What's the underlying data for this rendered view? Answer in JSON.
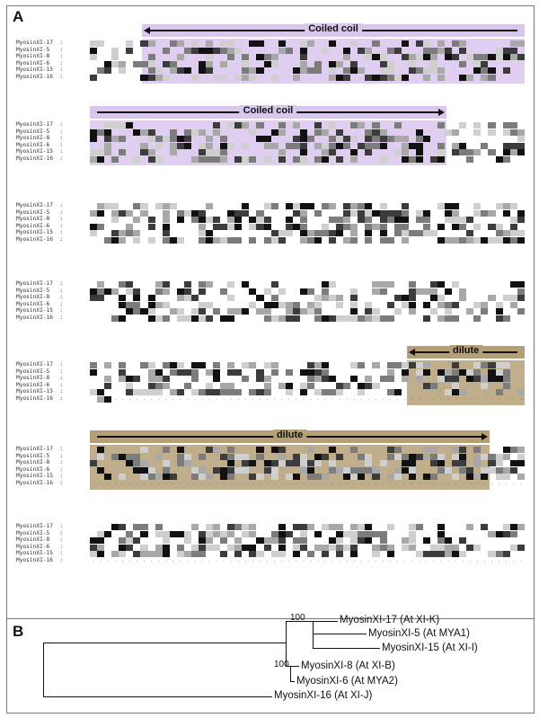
{
  "panels": {
    "a": "A",
    "b": "B"
  },
  "sequences": [
    "MyosinXI-17",
    "MyosinXI-5",
    "MyosinXI-8",
    "MyosinXI-6",
    "MyosinXI-15",
    "MyosinXI-16"
  ],
  "separator": ":",
  "annotations": {
    "coiled_coil": "Coiled coil",
    "dilute": "dilute"
  },
  "colors": {
    "coiled_coil": "#d9c6ec",
    "dilute": "#b59f78"
  },
  "tree": {
    "bootstrap": [
      "100",
      "100"
    ],
    "leaves": [
      "MyosinXI-17  (At XI-K)",
      "MyosinXI-5  (At MYA1)",
      "MyosinXI-15  (At XI-I)",
      "MyosinXI-8  (At XI-B)",
      "MyosinXI-6  (At MYA2)",
      "MyosinXI-16  (At XI-J)"
    ]
  }
}
